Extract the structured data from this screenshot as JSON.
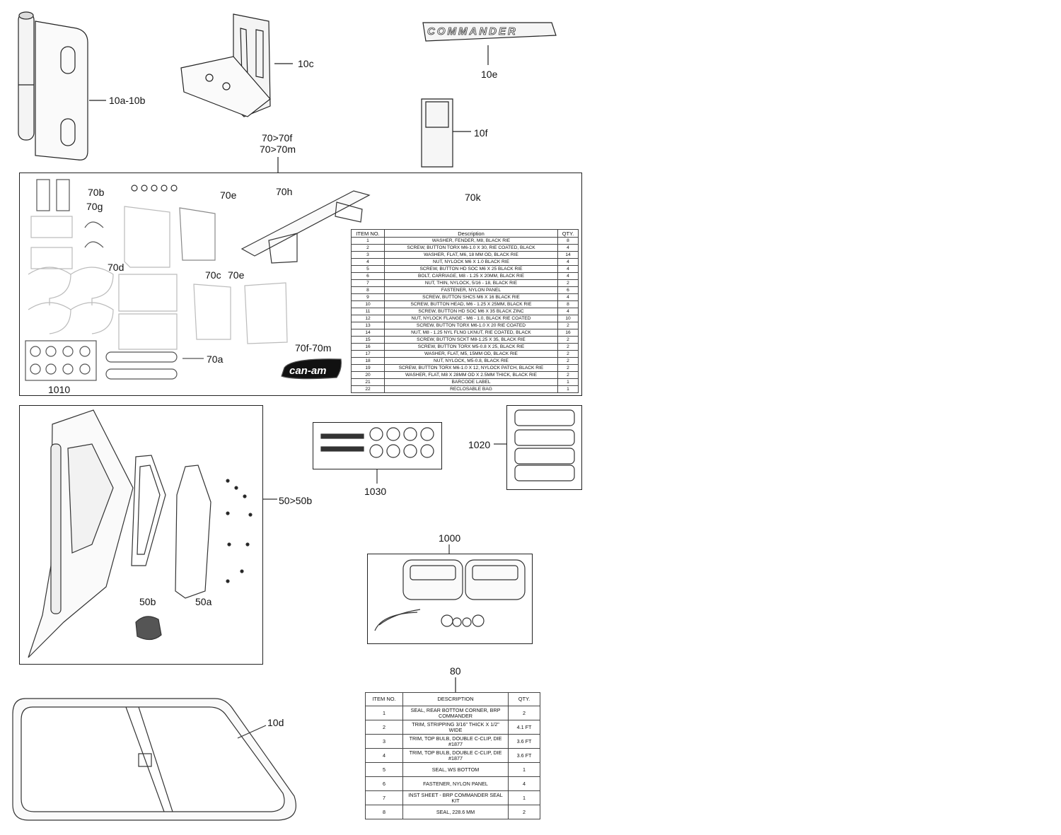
{
  "callouts": {
    "c10a10b": "10a-10b",
    "c10c": "10c",
    "c10e": "10e",
    "c10f": "10f",
    "c70group": "70>70f",
    "c70group2": "70>70m",
    "c70b": "70b",
    "c70g": "70g",
    "c70e_top": "70e",
    "c70h": "70h",
    "c70k": "70k",
    "c70d": "70d",
    "c70c": "70c",
    "c70e_mid": "70e",
    "c70f70m": "70f-70m",
    "c70a": "70a",
    "c1010": "1010",
    "c1020": "1020",
    "c1030": "1030",
    "c50group": "50>50b",
    "c50b": "50b",
    "c50a": "50a",
    "c1000": "1000",
    "c80": "80",
    "c10d": "10d"
  },
  "logos": {
    "commander": "COMMANDER",
    "canam": "can-am"
  },
  "table70k": {
    "headers": [
      "ITEM NO.",
      "Description",
      "QTY."
    ],
    "rows": [
      [
        "1",
        "WASHER, FENDER, M8, BLACK RIE",
        "8"
      ],
      [
        "2",
        "SCREW, BUTTON TORX M6-1.0 X 30, RIE COATED, BLACK",
        "4"
      ],
      [
        "3",
        "WASHER, FLAT, M6, 18 MM OD, BLACK RIE",
        "14"
      ],
      [
        "4",
        "NUT, NYLOCK M6 X 1.0 BLACK RIE",
        "4"
      ],
      [
        "5",
        "SCREW, BUTTON HD SOC M6 X 25 BLACK RIE",
        "4"
      ],
      [
        "6",
        "BOLT, CARRIAGE, M8 - 1.25 X 20MM, BLACK RIE",
        "4"
      ],
      [
        "7",
        "NUT, THIN, NYLOCK, 5/16 - 18, BLACK RIE",
        "2"
      ],
      [
        "8",
        "FASTENER, NYLON PANEL",
        "6"
      ],
      [
        "9",
        "SCREW, BUTTON SHCS M6 X 16 BLACK RIE",
        "4"
      ],
      [
        "10",
        "SCREW, BUTTON HEAD, M6 - 1.25 X 25MM, BLACK RIE",
        "8"
      ],
      [
        "11",
        "SCREW, BUTTON HD SOC M6 X 35 BLACK ZINC",
        "4"
      ],
      [
        "12",
        "NUT, NYLOCK FLANGE - M6 - 1.0, BLACK RIE COATED",
        "10"
      ],
      [
        "13",
        "SCREW, BUTTON TORX M6-1.0 X 20 RIE COATED",
        "2"
      ],
      [
        "14",
        "NUT, M8 - 1.25 NYL FLNG LKNUT, RIE COATED, BLACK",
        "16"
      ],
      [
        "15",
        "SCREW, BUTTON SCKT M8-1.25 X 35, BLACK RIE",
        "2"
      ],
      [
        "16",
        "SCREW, BUTTON TORX M5-0.8 X 25, BLACK RIE",
        "2"
      ],
      [
        "17",
        "WASHER, FLAT, M5, 15MM OD, BLACK RIE",
        "2"
      ],
      [
        "18",
        "NUT, NYLOCK, M5-0.8, BLACK RIE",
        "2"
      ],
      [
        "19",
        "SCREW, BUTTON TORX M6-1.0 X 12, NYLOCK PATCH, BLACK RIE",
        "2"
      ],
      [
        "20",
        "WASHER, FLAT, M8 X 28MM OD X 2.5MM THICK, BLACK RIE",
        "2"
      ],
      [
        "21",
        "BARCODE LABEL",
        "1"
      ],
      [
        "22",
        "RECLOSABLE BAG",
        "1"
      ]
    ]
  },
  "table80": {
    "headers": [
      "ITEM NO.",
      "DESCRIPTION",
      "QTY."
    ],
    "rows": [
      [
        "1",
        "SEAL, REAR BOTTOM CORNER, BRP COMMANDER",
        "2"
      ],
      [
        "2",
        "TRIM, STRIPPING 3/16\" THICK X 1/2\" WIDE",
        "4.1 FT"
      ],
      [
        "3",
        "TRIM, TOP BULB, DOUBLE C-CLIP, DIE #1877",
        "3.6 FT"
      ],
      [
        "4",
        "TRIM, TOP BULB, DOUBLE C-CLIP, DIE #1877",
        "3.6 FT"
      ],
      [
        "5",
        "SEAL, WS BOTTOM",
        "1"
      ],
      [
        "6",
        "FASTENER, NYLON PANEL",
        "4"
      ],
      [
        "7",
        "INST SHEET - BRP COMMANDER SEAL KIT",
        "1"
      ],
      [
        "8",
        "SEAL, 228.6 MM",
        "2"
      ]
    ]
  }
}
